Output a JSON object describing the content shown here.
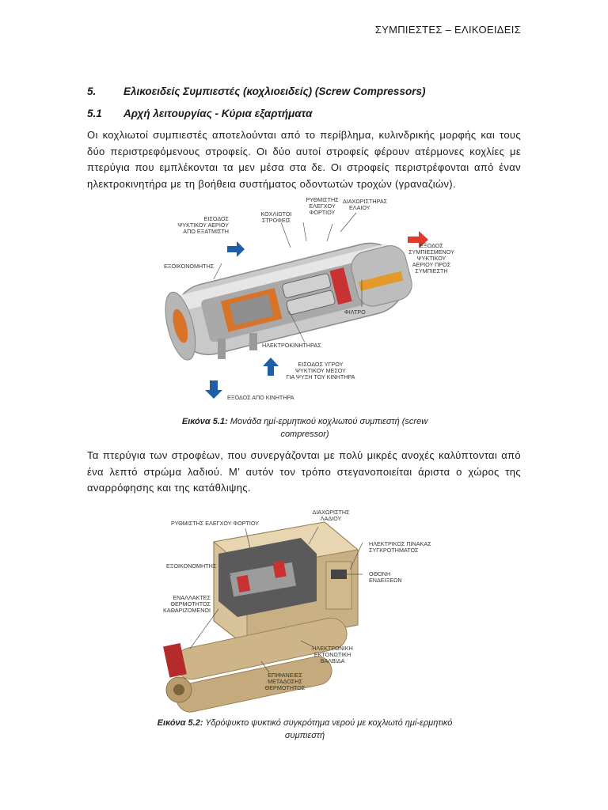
{
  "header": {
    "running_title": "ΣΥΜΠΙΕΣΤΕΣ – ΕΛΙΚΟΕΙΔΕΙΣ"
  },
  "section5": {
    "number": "5.",
    "title": "Ελικοειδείς Συμπιεστές (κοχλιοειδείς) (Screw Compressors)"
  },
  "section51": {
    "number": "5.1",
    "title": "Αρχή λειτουργίας - Κύρια εξαρτήματα"
  },
  "paragraph1": "Οι κοχλιωτοί συμπιεστές αποτελούνται από το περίβλημα, κυλινδρικής μορφής και τους δύο περιστρεφόμενους στροφείς. Οι δύο αυτοί στροφείς φέρουν ατέρμονες κοχλίες με πτερύγια που εμπλέκονται τα μεν μέσα στα δε. Οι στροφείς περιστρέφονται από έναν ηλεκτροκινητήρα με τη βοήθεια συστήματος οδοντωτών τροχών (γραναζιών).",
  "figure1": {
    "labels": {
      "suction_inlet": [
        "ΕΙΣΟΔΟΣ",
        "ΨΥΚΤΙΚΟΥ ΑΕΡΙΟΥ",
        "ΑΠΟ ΕΞΑΤΜΙΣΤΗ"
      ],
      "screw_rotors": [
        "ΚΟΧΛΙΩΤΟΙ",
        "ΣΤΡΟΦΕΙΣ"
      ],
      "capacity_regulator": [
        "ΡΥΘΜΙΣΤΗΣ",
        "ΕΛΕΓΧΟΥ",
        "ΦΟΡΤΙΟΥ"
      ],
      "oil_separator": [
        "ΔΙΑΧΩΡΙΣΤΗΡΑΣ",
        "ΕΛΑΙΟΥ"
      ],
      "discharge_outlet": [
        "ΕΞΟΔΟΣ",
        "ΣΥΜΠΙΕΣΜΕΝΟΥ",
        "ΨΥΚΤΙΚΟΥ",
        "ΑΕΡΙΟΥ ΠΡΟΣ",
        "ΣΥΜΠΙΕΣΤΗ"
      ],
      "economizer": "ΕΞΟΙΚΟΝΟΜΗΤΗΣ",
      "filter": "ΦΙΛΤΡΟ",
      "motor": "ΗΛΕΚΤΡΟΚΙΝΗΤΗΡΑΣ",
      "liquid_inlet": [
        "ΕΙΣΟΔΟΣ ΥΓΡΟΥ",
        "ΨΥΚΤΙΚΟΥ ΜΕΣΟΥ",
        "ΓΙΑ ΨΥΞΗ ΤΟΥ ΚΙΝΗΤΗΡΑ"
      ],
      "motor_outlet": "ΕΞΟΔΟΣ ΑΠΟ ΚΙΝΗΤΗΡΑ"
    },
    "caption_label": "Εικόνα 5.1:",
    "caption_line1": "Μονάδα ημί-ερμητικού κοχλιωτού συμπιεστή (screw",
    "caption_line2": "compressor)"
  },
  "paragraph2": "Τα πτερύγια των στροφέων, που συνεργάζονται με πολύ μικρές ανοχές καλύπτονται από ένα λεπτό στρώμα λαδιού. Μ’ αυτόν τον τρόπο στεγανοποιείται άριστα ο χώρος της αναρρόφησης και της κατάθλιψης.",
  "figure2": {
    "labels": {
      "capacity_regulator": "ΡΥΘΜΙΣΤΗΣ ΕΛΕΓΧΟΥ ΦΟΡΤΙΟΥ",
      "oil_separator": [
        "ΔΙΑΧΩΡΙΣΤΗΣ",
        "ΛΑΔΙΟΥ"
      ],
      "electrical_panel": [
        "ΗΛΕΚΤΡΙΚΟΣ ΠΙΝΑΚΑΣ",
        "ΣΥΓΚΡΟΤΗΜΑΤΟΣ"
      ],
      "economizer": "ΕΞΟΙΚΟΝΟΜΗΤΗΣ",
      "display": [
        "ΟΘΟΝΗ",
        "ΕΝΔΕΙΞΕΩΝ"
      ],
      "heat_exchangers": [
        "ΕΝΑΛΛΑΚΤΕΣ",
        "ΘΕΡΜΟΤΗΤΟΣ",
        "ΚΑΘΑΡΙΖΟΜΕΝΟΙ"
      ],
      "expansion_valve": [
        "ΗΛΕΚΤΡΟΝΙΚΗ",
        "ΕΚΤΟΝΩΤΙΚΗ",
        "ΒΑΛΒΙΔΑ"
      ],
      "heat_surfaces": [
        "ΕΠΙΦΑΝΕΙΕΣ",
        "ΜΕΤΑΔΟΣΗΣ",
        "ΘΕΡΜΟΤΗΤΟΣ"
      ]
    },
    "caption_label": "Εικόνα 5.2:",
    "caption_line1": "Υδρόψυκτο ψυκτικό συγκρότημα νερού με κοχλιωτό ημί-ερμητικό",
    "caption_line2": "συμπιεστή"
  }
}
